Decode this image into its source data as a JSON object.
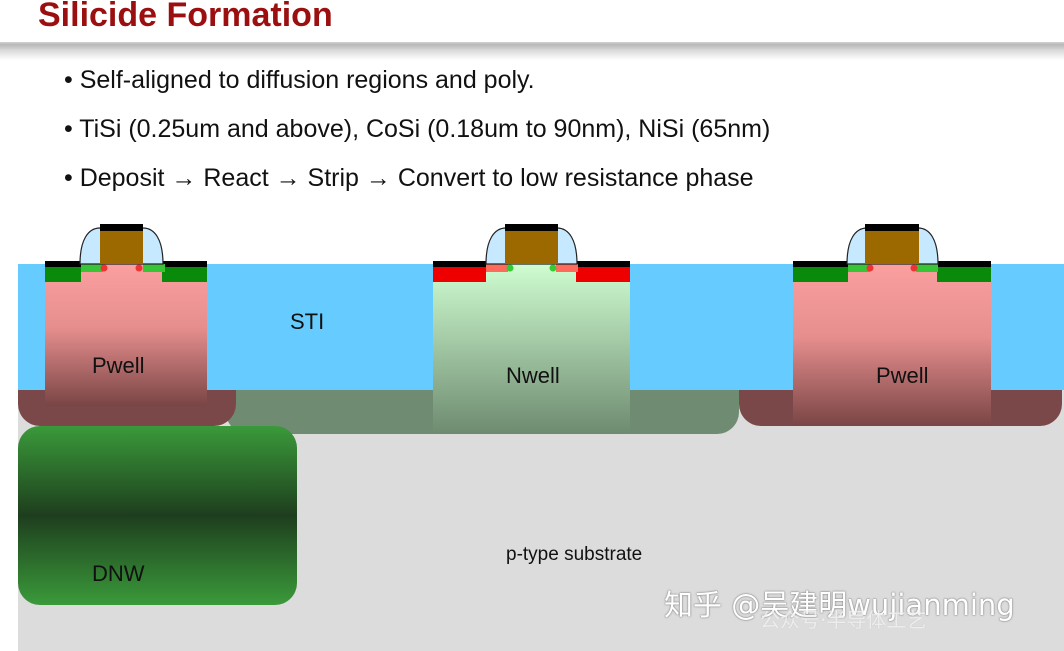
{
  "slide": {
    "title": "Silicide Formation",
    "bullets": [
      "• Self-aligned to diffusion regions and poly.",
      "• TiSi (0.25um and above), CoSi (0.18um to 90nm), NiSi (65nm)",
      "• Deposit → React → Strip → Convert to low resistance phase"
    ]
  },
  "diagram": {
    "labels": {
      "sti": "STI",
      "pwell_left": "Pwell",
      "nwell": "Nwell",
      "pwell_right": "Pwell",
      "dnw": "DNW",
      "substrate": "p-type substrate"
    },
    "colors": {
      "sti": "#66ccff",
      "pwell": "#f59a9a",
      "nwell": "#cdfdd0",
      "substrate": "#dcdcdc",
      "dnw": "#2f8f2f",
      "silicide": "#000000",
      "n_plus": "#0a8a0a",
      "p_plus": "#ee0000",
      "poly": "#9c6900",
      "spacer": "#c6e9ff"
    }
  },
  "watermark": {
    "text": "知乎 @吴建明wujianming",
    "text2": "公众号·半导体工艺"
  }
}
